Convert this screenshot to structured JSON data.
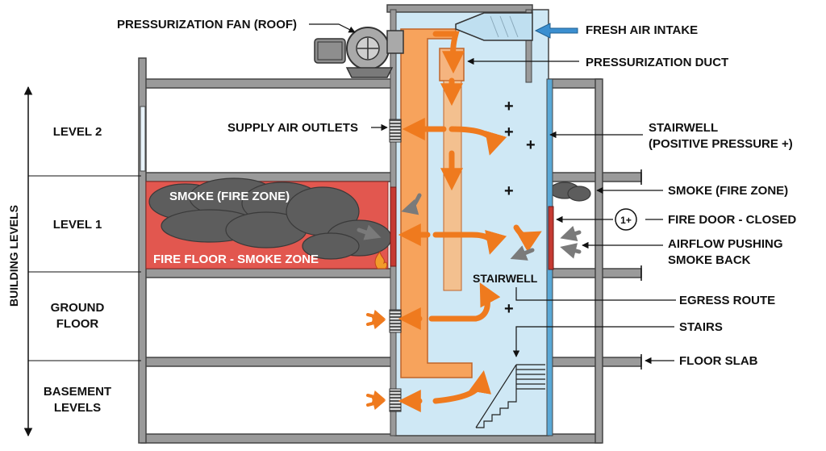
{
  "labels": {
    "pressurization_fan": "PRESSURIZATION FAN (ROOF)",
    "fresh_air_intake": "FRESH AIR INTAKE",
    "pressurization_duct": "PRESSURIZATION DUCT",
    "supply_air_outlets": "SUPPLY AIR OUTLETS",
    "stairwell_line1": "STAIRWELL",
    "stairwell_line2": "(POSITIVE PRESSURE +)",
    "smoke_fire_zone_right": "SMOKE (FIRE ZONE)",
    "smoke_fire_zone_left": "SMOKE (FIRE ZONE)",
    "fire_door_badge": "1+",
    "fire_door": "FIRE DOOR - CLOSED",
    "airflow_line1": "AIRFLOW PUSHING",
    "airflow_line2": "SMOKE BACK",
    "egress_route": "EGRESS ROUTE",
    "stairs": "STAIRS",
    "floor_slab": "FLOOR SLAB",
    "fire_floor": "FIRE FLOOR - SMOKE ZONE",
    "stairwell_inside": "STAIRWELL",
    "plus_sign": "+"
  },
  "levels": {
    "axis_label": "BUILDING LEVELS",
    "level2": "LEVEL 2",
    "level1": "LEVEL 1",
    "ground_line1": "GROUND",
    "ground_line2": "FLOOR",
    "basement_line1": "BASEMENT",
    "basement_line2": "LEVELS"
  },
  "colors": {
    "shaft_blue": "#cfe8f5",
    "duct_orange": "#f7a35c",
    "arrow_orange": "#ef7a1e",
    "fire_zone_red": "#e2574f",
    "smoke_gray": "#5d5d5d",
    "wall_gray": "#9a9a9a",
    "intake_arrow_blue": "#3b8fd0"
  }
}
